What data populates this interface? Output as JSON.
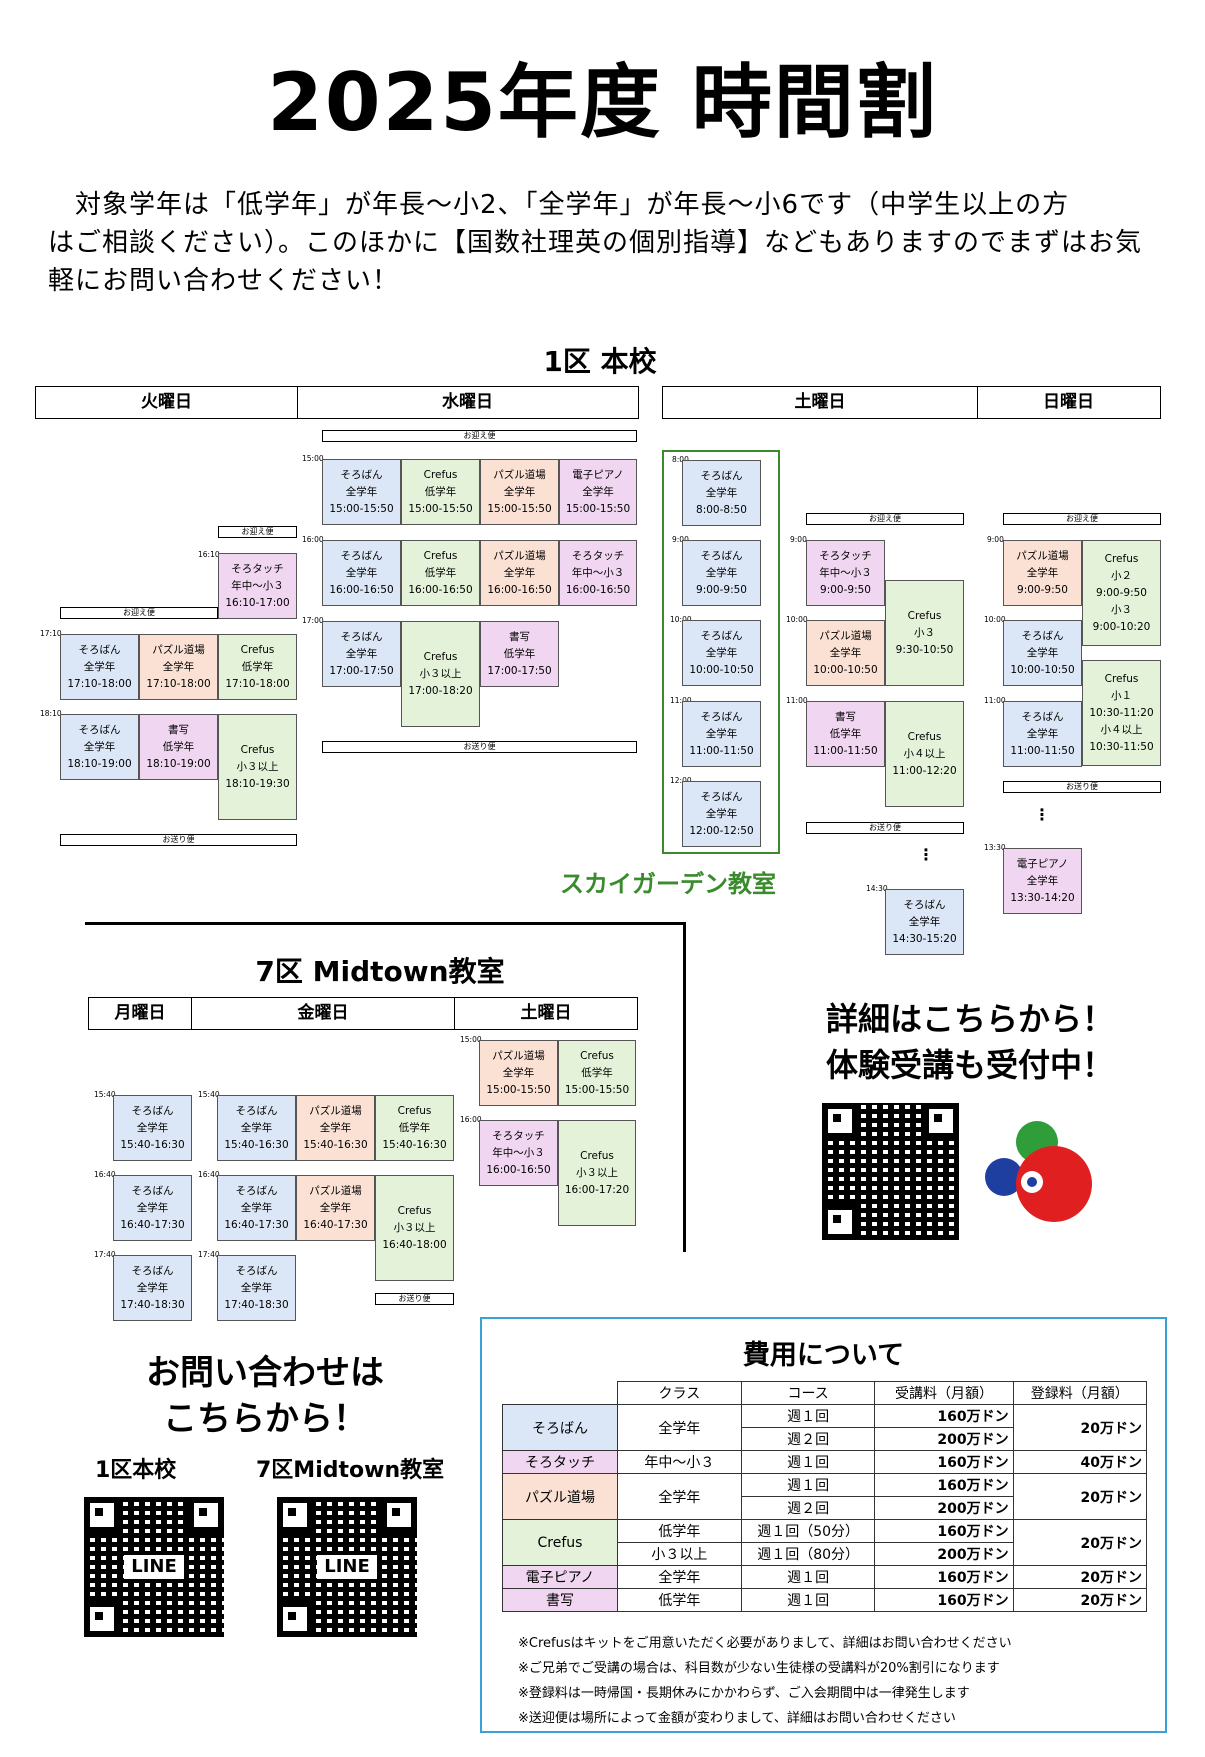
{
  "title": "2025年度 時間割",
  "intro": [
    "　対象学年は「低学年」が年長〜小2、「全学年」が年長〜小6です（中学生以上の方",
    "はご相談ください）。このほかに【国数社理英の個別指導】などもありますのでまずはお気",
    "軽にお問い合わせください！"
  ],
  "honko": {
    "title": "1区 本校",
    "days": [
      "火曜日",
      "水曜日",
      "土曜日",
      "日曜日"
    ],
    "pickup": "お迎え便",
    "dropoff": "お送り便",
    "sky": "スカイガーデン教室"
  },
  "midtown": {
    "title": "7区 Midtown教室",
    "days": [
      "月曜日",
      "金曜日",
      "土曜日"
    ]
  },
  "details": {
    "line1": "詳細はこちらから！",
    "line2": "体験受講も受付中！"
  },
  "contact": {
    "line1": "お問い合わせは",
    "line2": "こちらから！",
    "qr1": "1区本校",
    "qr2": "7区Midtown教室",
    "line_label": "LINE"
  },
  "times": {
    "t1500": "15:00",
    "t1600": "16:00",
    "t1610": "16:10",
    "t1700": "17:00",
    "t1710": "17:10",
    "t1810": "18:10",
    "t800": "8:00",
    "t900": "9:00",
    "t1000": "10:00",
    "t1100": "11:00",
    "t1200": "12:00",
    "t1330": "13:30",
    "t1430": "14:30",
    "t1540": "15:40",
    "t1640": "16:40",
    "t1740": "17:40"
  },
  "lessons": {
    "soroban": "そろばん",
    "crefus": "Crefus",
    "puzzle": "パズル道場",
    "piano": "電子ピアノ",
    "touch": "そろタッチ",
    "shosha": "書写",
    "zen": "全学年",
    "tei": "低学年",
    "nenchu3": "年中〜小３",
    "sho3": "小３以上",
    "sho3b": "小３",
    "sho2": "小２",
    "sho4": "小４以上",
    "sho1": "小１"
  },
  "slots": {
    "s1500": "15:00-15:50",
    "s1600": "16:00-16:50",
    "s1610": "16:10-17:00",
    "s1700": "17:00-17:50",
    "s17001820": "17:00-18:20",
    "s1710": "17:10-18:00",
    "s1810": "18:10-19:00",
    "s18101930": "18:10-19:30",
    "s800": "8:00-8:50",
    "s900": "9:00-9:50",
    "s1000": "10:00-10:50",
    "s1100": "11:00-11:50",
    "s1200": "12:00-12:50",
    "s9301050": "9:30-10:50",
    "s11001220": "11:00-12:20",
    "s1430": "14:30-15:20",
    "s9001020": "9:00-10:20",
    "s10301120": "10:30-11:20",
    "s10301150": "10:30-11:50",
    "s1330": "13:30-14:20",
    "s1540": "15:40-16:30",
    "s1640": "16:40-17:30",
    "s1740": "17:40-18:30",
    "s16401800": "16:40-18:00",
    "s16001720": "16:00-17:20"
  },
  "fee": {
    "title": "費用について",
    "headers": [
      "クラス",
      "コース",
      "受講料（月額）",
      "登録料（月額）"
    ],
    "rows": {
      "soroban": "そろばん",
      "zen": "全学年",
      "w1": "週１回",
      "w2": "週２回",
      "p160": "160万ドン",
      "p200": "200万ドン",
      "r20": "20万ドン",
      "touch": "そろタッチ",
      "nenchu": "年中〜小３",
      "r40": "40万ドン",
      "puzzle": "パズル道場",
      "crefus": "Crefus",
      "tei": "低学年",
      "sho3": "小３以上",
      "w1_50": "週１回（50分）",
      "w1_80": "週１回（80分）",
      "piano": "電子ピアノ",
      "shosha": "書写"
    },
    "notes": [
      "※Crefusはキットをご用意いただく必要がありまして、詳細はお問い合わせください",
      "※ご兄弟でご受講の場合は、科目数が少ない生徒様の受講料が20%割引になります",
      "※登録料は一時帰国・長期休みにかかわらず、ご入会期間中は一律発生します",
      "※送迎便は場所によって金額が変わりまして、詳細はお問い合わせください"
    ]
  },
  "colors": {
    "blue": "#dbe7f7",
    "green": "#e3f2d8",
    "orange": "#fae1d4",
    "pink": "#f0d6f0",
    "sky_green": "#3b8a2e",
    "fee_border": "#3aa0d8"
  }
}
